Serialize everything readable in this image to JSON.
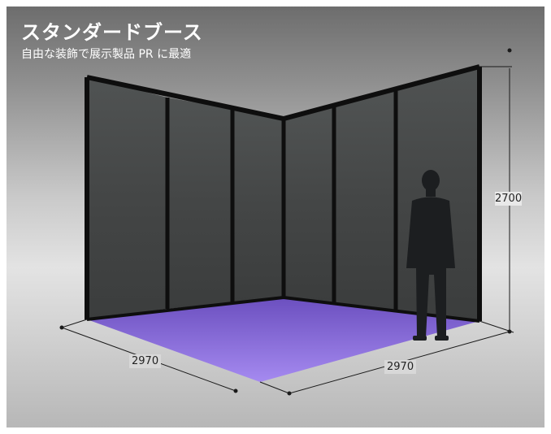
{
  "title": "スタンダードブース",
  "subtitle": "自由な装飾で展示製品 PR に最適",
  "dimensions": {
    "height": "2700",
    "left_width": "2970",
    "right_width": "2970"
  },
  "colors": {
    "background_top": "#6d6d6d",
    "background_mid": "#e3e3e3",
    "wall_panel": "#4a4c4c",
    "frame": "#0e0e0e",
    "floor": "#8a6fd9",
    "text": "#ffffff"
  }
}
